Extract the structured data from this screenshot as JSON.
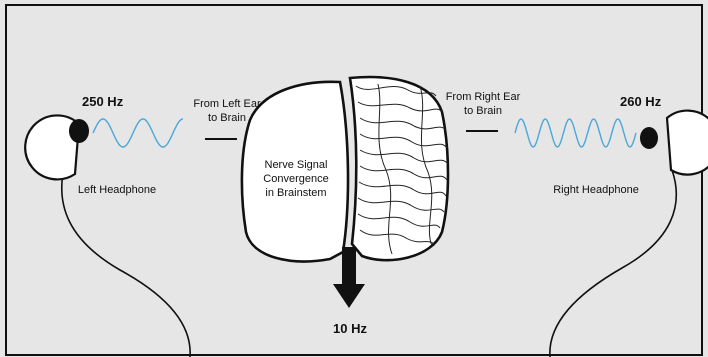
{
  "colors": {
    "background": "#e6e6e6",
    "frame": "#111111",
    "wave": "#4aa8d8",
    "ink": "#111111",
    "fill": "#ffffff"
  },
  "left": {
    "frequency": "250 Hz",
    "path_label_1": "From Left Ear",
    "path_label_2": "to Brain",
    "headphone_label": "Left Headphone"
  },
  "right": {
    "frequency": "260 Hz",
    "path_label_1": "From Right Ear",
    "path_label_2": "to Brain",
    "headphone_label": "Right Headphone"
  },
  "brain": {
    "label_1": "Nerve Signal",
    "label_2": "Convergence",
    "label_3": "in Brainstem"
  },
  "output": {
    "frequency": "10 Hz"
  }
}
